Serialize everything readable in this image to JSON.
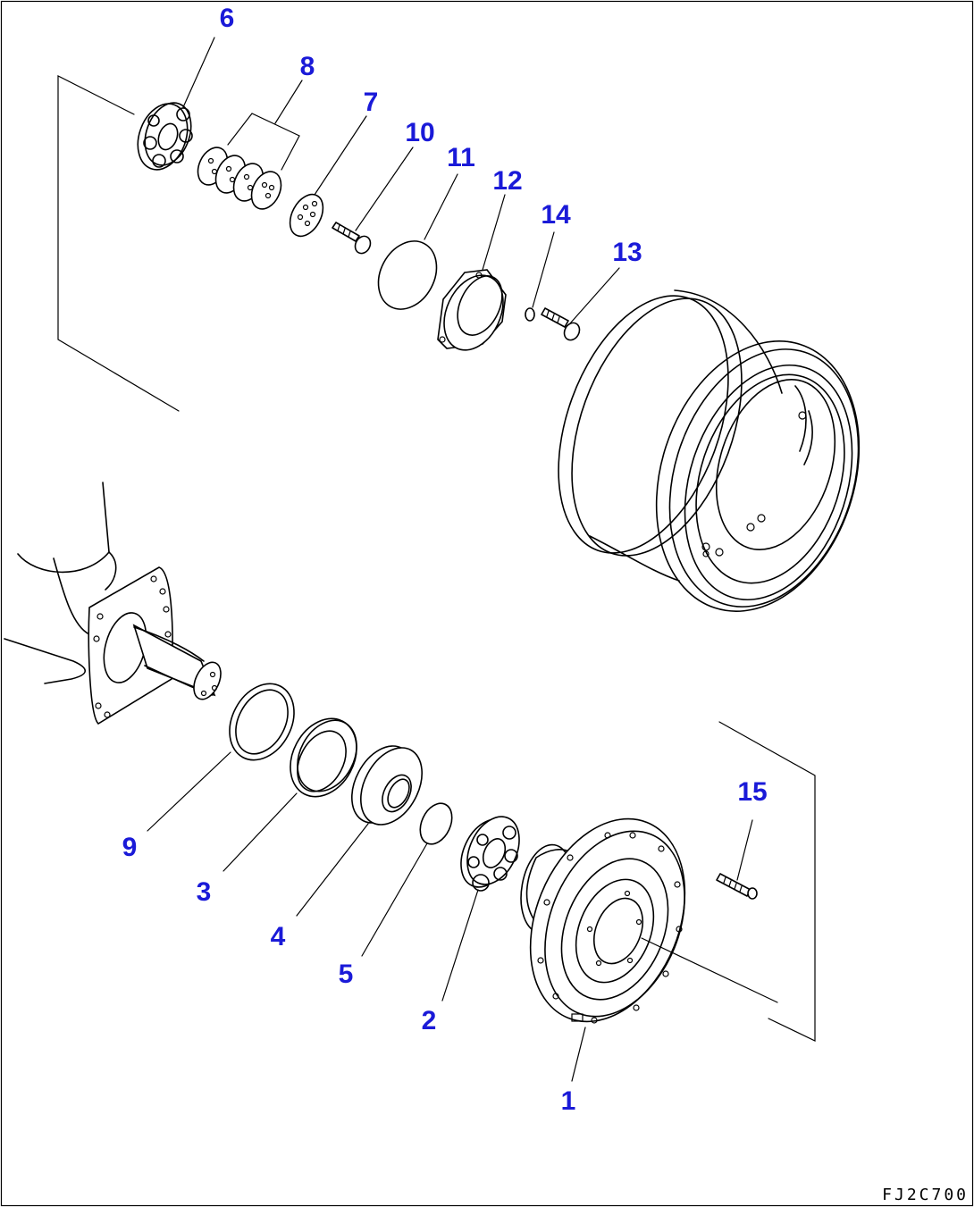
{
  "diagram": {
    "parts": [
      {
        "id": "p1",
        "label": "1"
      },
      {
        "id": "p2",
        "label": "2"
      },
      {
        "id": "p3",
        "label": "3"
      },
      {
        "id": "p4",
        "label": "4"
      },
      {
        "id": "p5",
        "label": "5"
      },
      {
        "id": "p6",
        "label": "6"
      },
      {
        "id": "p7",
        "label": "7"
      },
      {
        "id": "p8",
        "label": "8"
      },
      {
        "id": "p9",
        "label": "9"
      },
      {
        "id": "p10",
        "label": "10"
      },
      {
        "id": "p11",
        "label": "11"
      },
      {
        "id": "p12",
        "label": "12"
      },
      {
        "id": "p13",
        "label": "13"
      },
      {
        "id": "p14",
        "label": "14"
      },
      {
        "id": "p15",
        "label": "15"
      }
    ],
    "reference_code": "FJ2C700",
    "colors": {
      "label": "#1a1ad8",
      "line": "#000000",
      "background": "#ffffff"
    }
  }
}
